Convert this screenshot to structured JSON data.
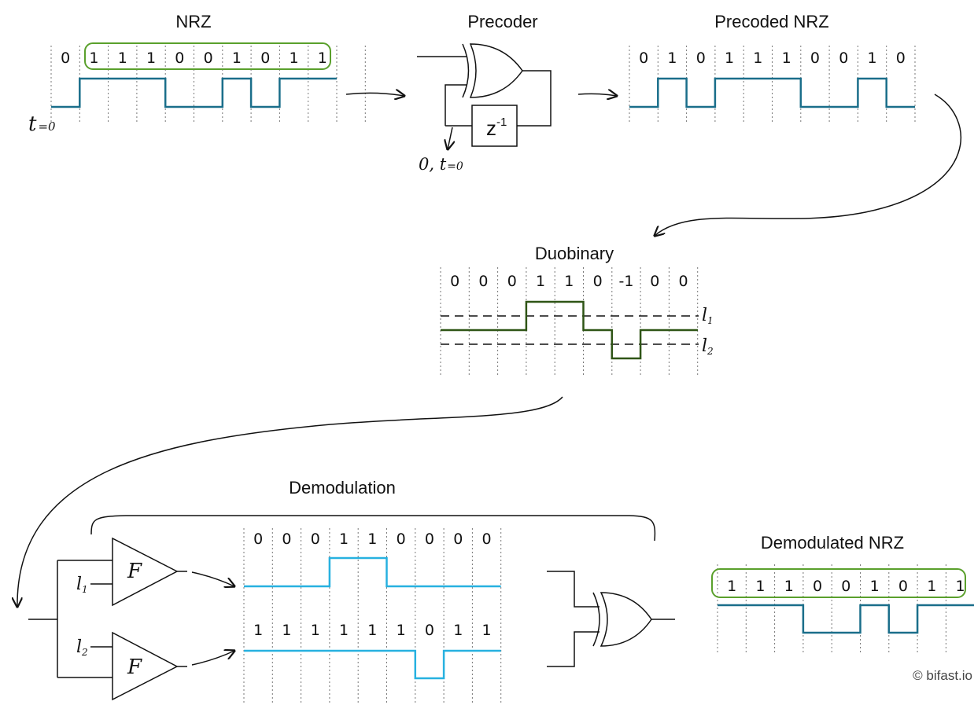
{
  "colors": {
    "nrz": "#1a6e8a",
    "duobinary": "#2f5516",
    "demod": "#27b1e0",
    "highlight": "#5aa02c",
    "ink": "#111111"
  },
  "labels": {
    "nrz_title": "NRZ",
    "precoder_title": "Precoder",
    "precoded_title": "Precoded NRZ",
    "duobinary_title": "Duobinary",
    "demodulation_title": "Demodulation",
    "demodulated_title": "Demodulated NRZ",
    "t0": "t=0",
    "init_note": "0, t=0",
    "delay": "z",
    "delay_exp": "-1",
    "level1": "l1",
    "level2": "l2",
    "comparator": "F",
    "credit": "© bifast.io"
  },
  "nrz_bits": [
    "0",
    "1",
    "1",
    "1",
    "0",
    "0",
    "1",
    "0",
    "1",
    "1"
  ],
  "precoded_bits": [
    "0",
    "1",
    "0",
    "1",
    "1",
    "1",
    "0",
    "0",
    "1",
    "0"
  ],
  "duobinary_symbols": [
    "0",
    "0",
    "0",
    "1",
    "1",
    "0",
    "-1",
    "0",
    "0"
  ],
  "demod_upper_bits": [
    "0",
    "0",
    "0",
    "1",
    "1",
    "0",
    "0",
    "0",
    "0"
  ],
  "demod_lower_bits": [
    "1",
    "1",
    "1",
    "1",
    "1",
    "1",
    "0",
    "1",
    "1"
  ],
  "demodulated_bits": [
    "1",
    "1",
    "1",
    "0",
    "0",
    "1",
    "0",
    "1",
    "1"
  ]
}
